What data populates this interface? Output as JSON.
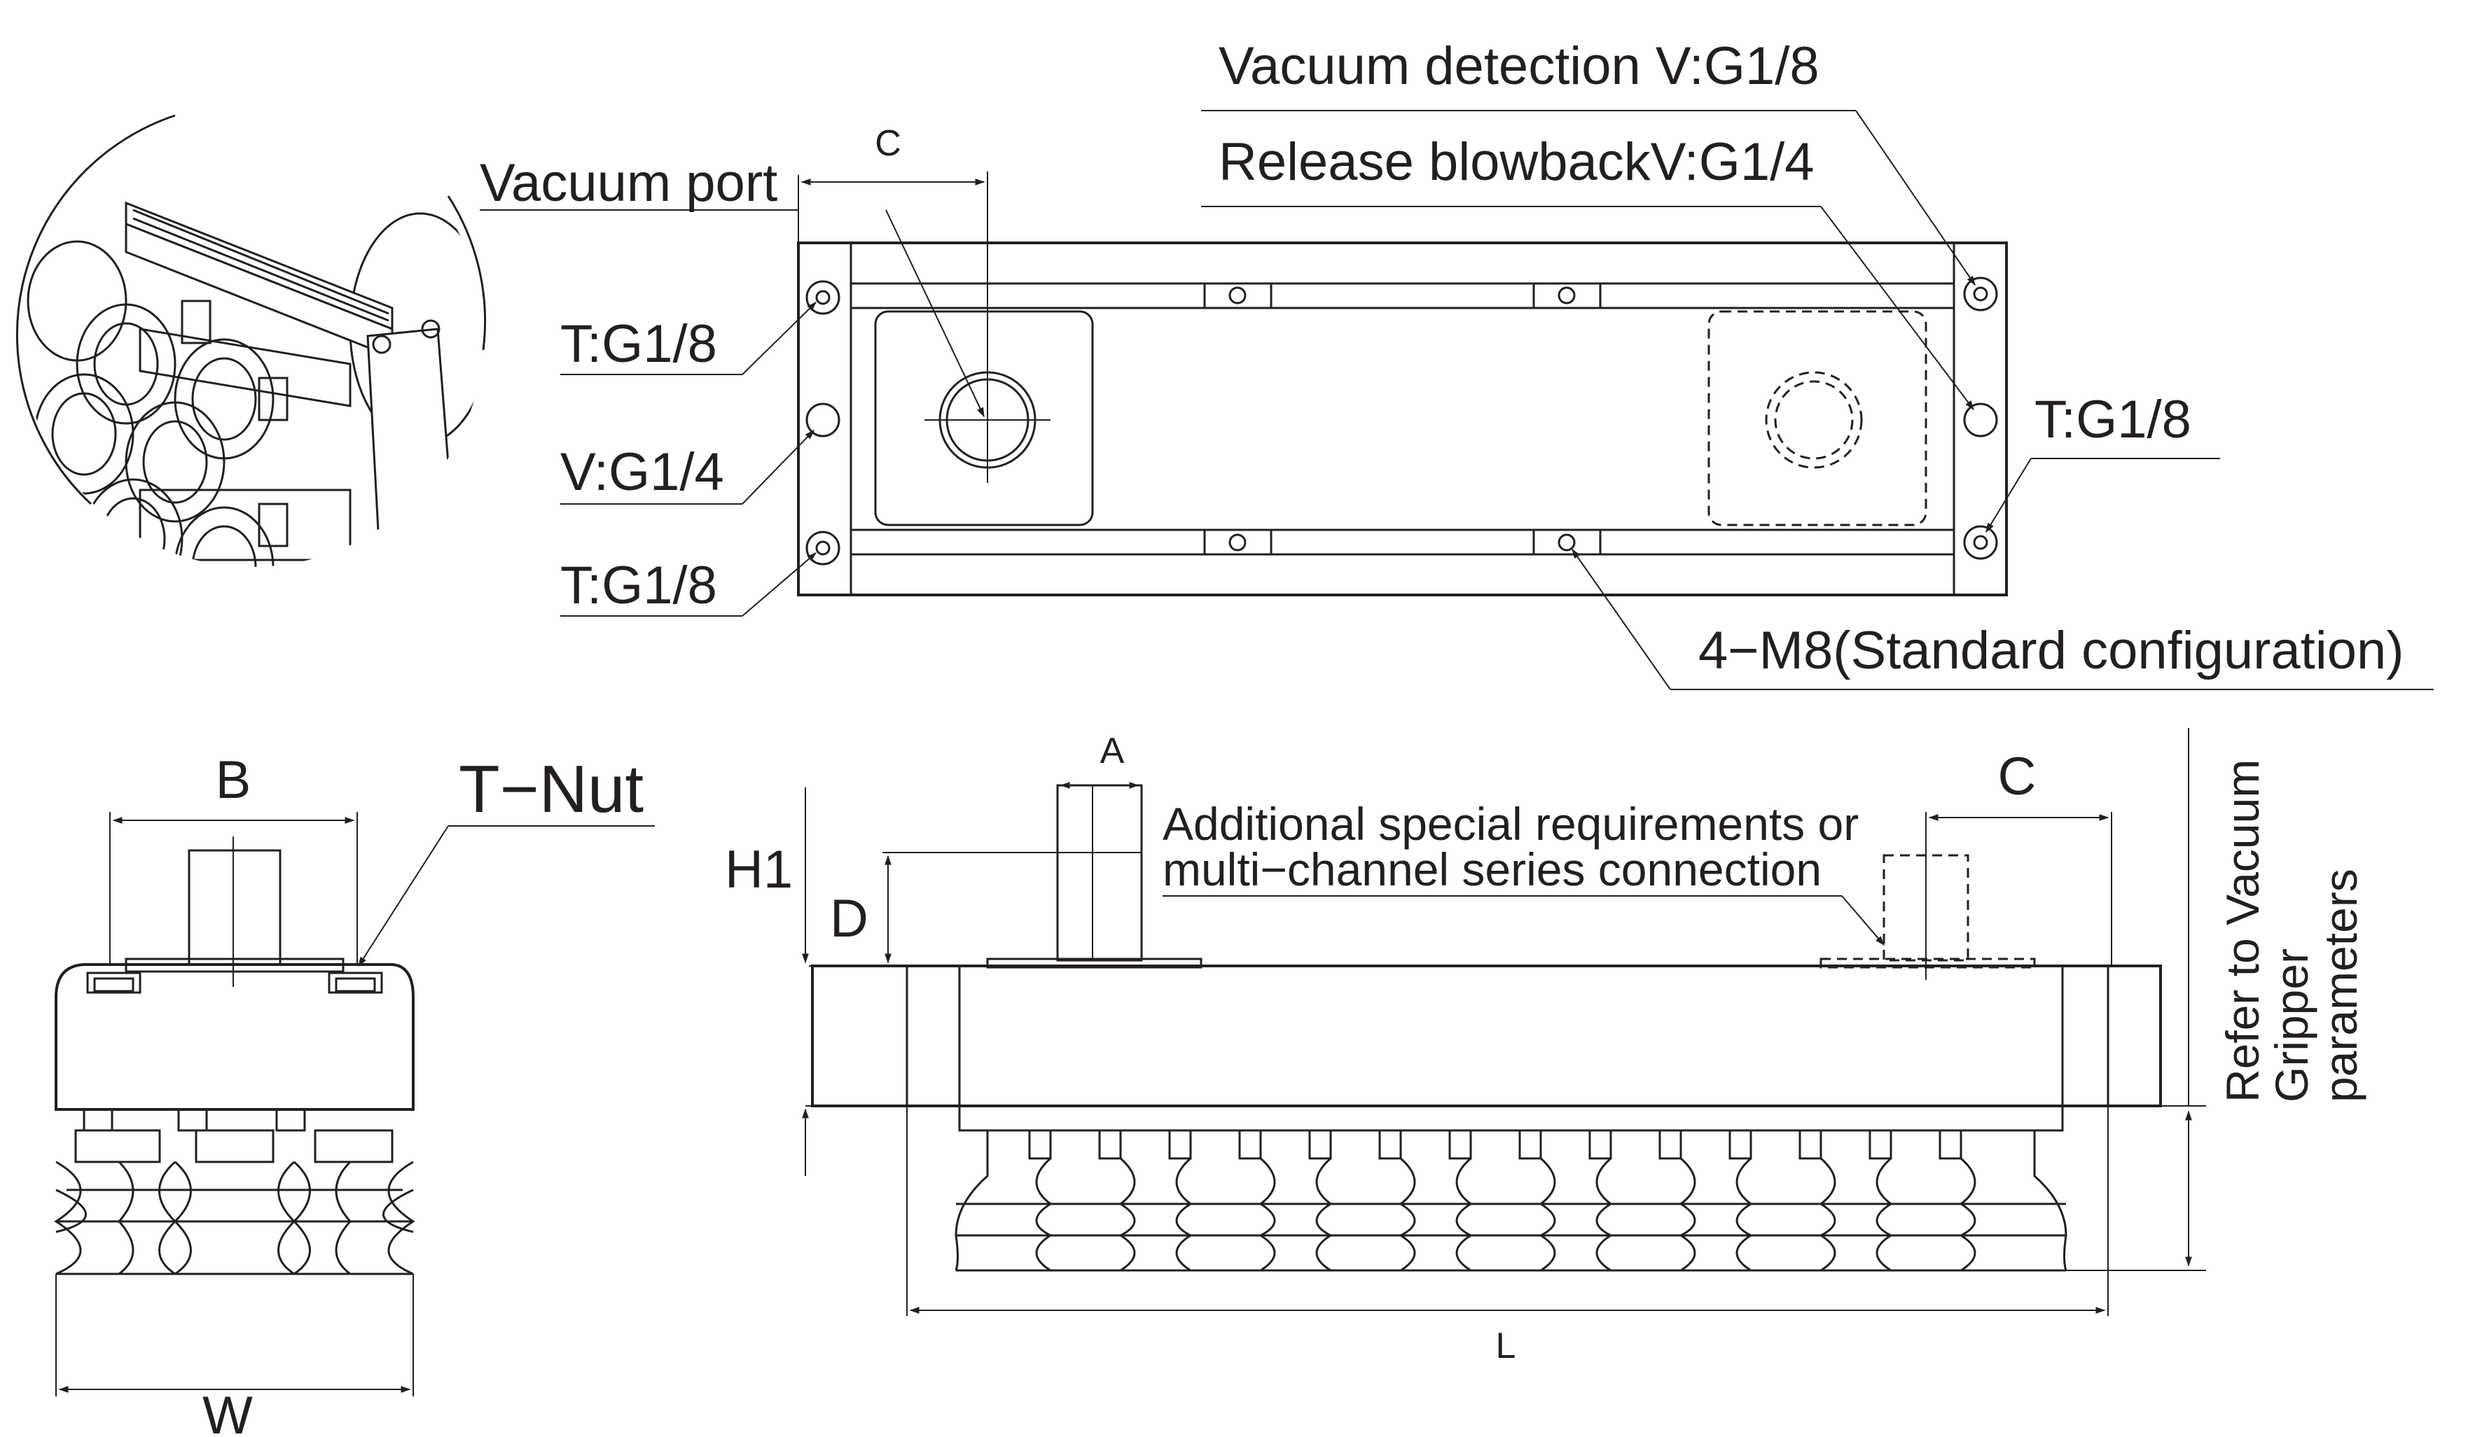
{
  "labels": {
    "vacuum_detection": "Vacuum detection V:G1/8",
    "release_blowback": "Release blowbackV:G1/4",
    "vacuum_port": "Vacuum port",
    "dim_c_top": "C",
    "t_g18_left_top": "T:G1/8",
    "v_g14": "V:G1/4",
    "t_g18_left_bottom": "T:G1/8",
    "t_g18_right": "T:G1/8",
    "m8": "4−M8(Standard configuration)",
    "dim_b": "B",
    "t_nut": "T−Nut",
    "dim_w": "W",
    "dim_h1": "H1",
    "dim_d": "D",
    "dim_a": "A",
    "dim_c_side": "C",
    "dim_l": "L",
    "note_line1": "Additional special requirements or",
    "note_line2": "multi−channel series connection",
    "refer_line1": "Refer to Vacuum",
    "refer_line2": "Gripper",
    "refer_line3": "parameters"
  },
  "colors": {
    "ink": "#231f20",
    "background": "#ffffff",
    "shade": "#c9c9c9"
  }
}
